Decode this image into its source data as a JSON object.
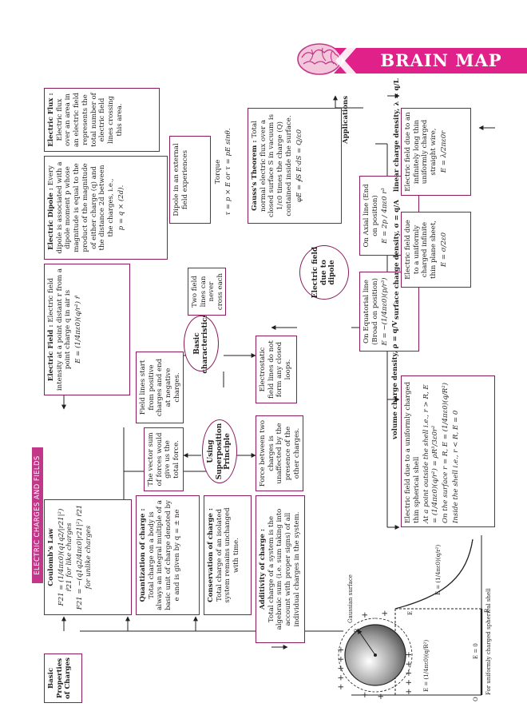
{
  "header": {
    "title": "BRAIN MAP"
  },
  "title": "ELECTRIC CHARGES AND FIELDS",
  "colors": {
    "accent": "#c2378a",
    "border": "#8a1b5c"
  },
  "boxes": {
    "basic_props": "Basic Properties of Charges",
    "coulomb_title": "Coulomb's Law",
    "coulomb_like": "F21 = (1/4πε0)(q1q2/|r21|²) r̂21  for like charges",
    "coulomb_unlike": "F21 = −(q1q2/4πε0|r21|²) r̂21  for unlike charges",
    "quantization_title": "Quantization of charge :",
    "quantization_text": "Total charge on a body is always an integral multiple of a basic unit of charge denoted by e and is given by q = ± ne",
    "conservation_title": "Conservation of charge :",
    "conservation_text": "Total charge of an isolated system remains unchanged with time.",
    "additivity_title": "Additivity of charge :",
    "additivity_text": "Total charge of a system is the algebraic sum (i.e. sum taking into account with proper signs) of all individual charges in the system.",
    "vector_sum": "The vector sum of forces would give us the total force.",
    "superposition": "Using Superposition Principle",
    "force_unaffected": "Force between two charges is unaffected by the presence of the other charges.",
    "field_lines_start": "Field lines start from positive charges and end at negative charges.",
    "basic_char": "Basic characteristics",
    "no_closed_loops": "Electrostatic field lines do not form any closed loops.",
    "never_cross": "Two field lines can never cross each other.",
    "electric_field_title": "Electric Field :",
    "electric_field_text": "Electric field intensity at a point distant r from a point charge q in air is",
    "electric_field_formula": "E = (1/4πε0)(q/r²) r̂",
    "dipole_title": "Electric Dipole :",
    "dipole_text": "Every dipole is associated with a dipole moment p whose magnitude is equal to the product of the magnitude of either charge (q) and the distance 2d between the charges, i.e.,",
    "dipole_formula": "p = q × (2d).",
    "field_dipole": "Electric field due to dipole",
    "equatorial_title": "On Equatorial line (Broad on position)",
    "equatorial_formula": "E = −(1/4πε0)(p/r³)",
    "axial_title": "On Axial line (End on position)",
    "axial_formula": "E = 2p / 4πε0 r³",
    "dipole_external": "Dipole in an external field experiences",
    "torque_title": "Torque",
    "torque_formula": "τ = p × E or τ = pE sinθ.",
    "gauss_title": "Gauss's Theorem :",
    "gauss_text": "Total normal electric flux over a closed surface S in vacuum is 1/ε0 times the charge (Q) contained inside the surface.",
    "gauss_formula": "φE = ∮S E·dS = Q/ε0",
    "flux_title": "Electric Flux :",
    "flux_text": "Electric flux over an area in an electric field represents the total number of electric field lines crossing this area.",
    "applications": "Applications",
    "shell_title": "Electric field due to a uniformly charged thin spherical shell",
    "shell_outside": "At a point outside the shell i.e., r > R, E = (1/4πε0)(q/r²) = ρR³/3ε0r²",
    "shell_surface": "On the surface r = R, E = (1/4πε0)(q/R²)",
    "shell_inside": "Inside the shell i.e., r < R, E = 0",
    "volume_density": "volume charge density, ρ = q/V",
    "surface_density": "surface charge density, σ = q/A",
    "linear_density": "linear charge density, λ = q/L",
    "sheet_text": "Electric field due to a uniformly charged infinite thin plane sheet,",
    "sheet_formula": "E = σ/2ε0",
    "wire_text": "Electric field due to an infinitely long thin uniformly charged straight wire,",
    "wire_formula": "E = λ/2πε0r"
  },
  "graph": {
    "gaussian_surface": "Gaussian surface",
    "caption": "For uniformly charged spherical shell",
    "e_outside": "E = (1/4πε0)(q/r²)",
    "e_surface": "E = (1/4πε0)(q/R²)",
    "e_zero": "E = 0",
    "origin": "O",
    "radius_label": "R",
    "axis_r": "R",
    "e_label": "E"
  }
}
